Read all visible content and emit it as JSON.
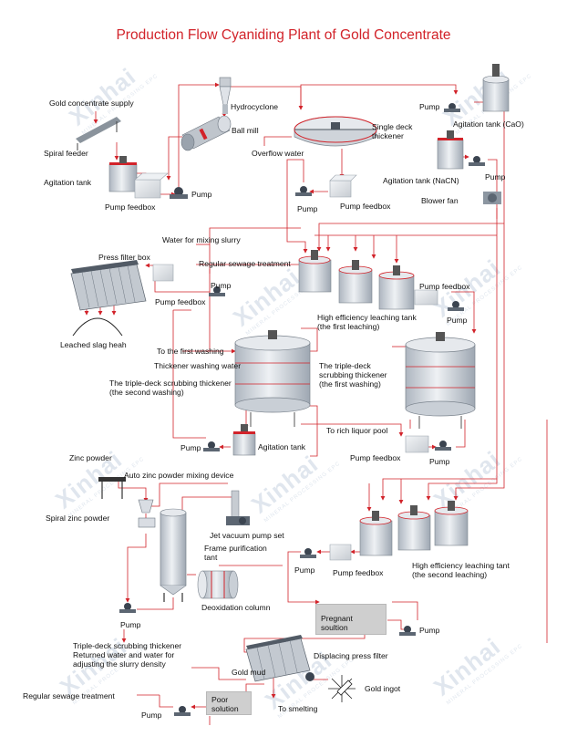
{
  "title": "Production Flow Cyaniding Plant of Gold Concentrate",
  "watermark": {
    "brand": "Xinhai",
    "sub": "MINERAL PROCESSING EPC"
  },
  "colors": {
    "flow": "#d2232a",
    "title": "#d2232a",
    "tank": "#d9dde3",
    "box": "#cfcfcf"
  },
  "labels": {
    "gold_concentrate_supply": "Gold concentrate supply",
    "spiral_feeder": "Spiral feeder",
    "agitation_tank_1": "Agitation tank",
    "pump_feedbox_1": "Pump feedbox",
    "pump_1": "Pump",
    "hydrocyclone": "Hydrocyclone",
    "ball_mill": "Ball mill",
    "overflow_water": "Overflow water",
    "single_deck_thickener": "Single deck\nthickener",
    "pump_2": "Pump",
    "agitation_tank_cao": "Agitation tank (CaO)",
    "agitation_tank_nacn": "Agitation tank (NaCN)",
    "pump_3": "Pump",
    "blower_fan": "Blower fan",
    "pump_4": "Pump",
    "pump_feedbox_2": "Pump feedbox",
    "press_filter_box": "Press filter box",
    "water_for_mixing_slurry": "Water for mixing slurry",
    "regular_sewage_treatment_1": "Regular sewage treatment",
    "pump_5": "Pump",
    "pump_feedbox_3": "Pump feedbox",
    "leached_slag_heap": "Leached slag heah",
    "pump_feedbox_4": "Pump feedbox",
    "pump_6": "Pump",
    "high_eff_leaching_1": "High efficiency leaching tank\n(the first leaching)",
    "to_first_washing": "To the first washing",
    "thickener_washing_water": "Thickener washing water",
    "triple_deck_second": "The triple-deck scrubbing thickener\n(the second washing)",
    "triple_deck_first": "The triple-deck\nscrubbing thickener\n(the first washing)",
    "to_rich_liquor_pool": "To rich liquor pool",
    "pump_feedbox_5": "Pump feedbox",
    "pump_7": "Pump",
    "pump_8": "Pump",
    "agitation_tank_2": "Agitation tank",
    "zinc_powder": "Zinc powder",
    "auto_zinc": "Auto zinc powder mixing device",
    "spiral_zinc_powder": "Spiral zinc powder",
    "jet_vacuum": "Jet vacuum pump set",
    "frame_purification": "Frame purification\ntant",
    "pump_9": "Pump",
    "pump_feedbox_6": "Pump feedbox",
    "high_eff_leaching_2": "High efficiency leaching tant\n(the second leaching)",
    "deoxidation_column": "Deoxidation column",
    "pump_10": "Pump",
    "pregnant_solution": "Pregnant soultion",
    "pump_11": "Pump",
    "triple_deck_returned": "Triple-deck scrubbing thickener\nReturned water and water for\nadjusting the slurry density",
    "displacing_press_filter": "Displacing press filter",
    "gold_mud": "Gold mud",
    "gold_ingot": "Gold ingot",
    "regular_sewage_treatment_2": "Regular sewage treatment",
    "poor_solution": "Poor\nsolution",
    "to_smelting": "To smelting",
    "pump_12": "Pump"
  }
}
